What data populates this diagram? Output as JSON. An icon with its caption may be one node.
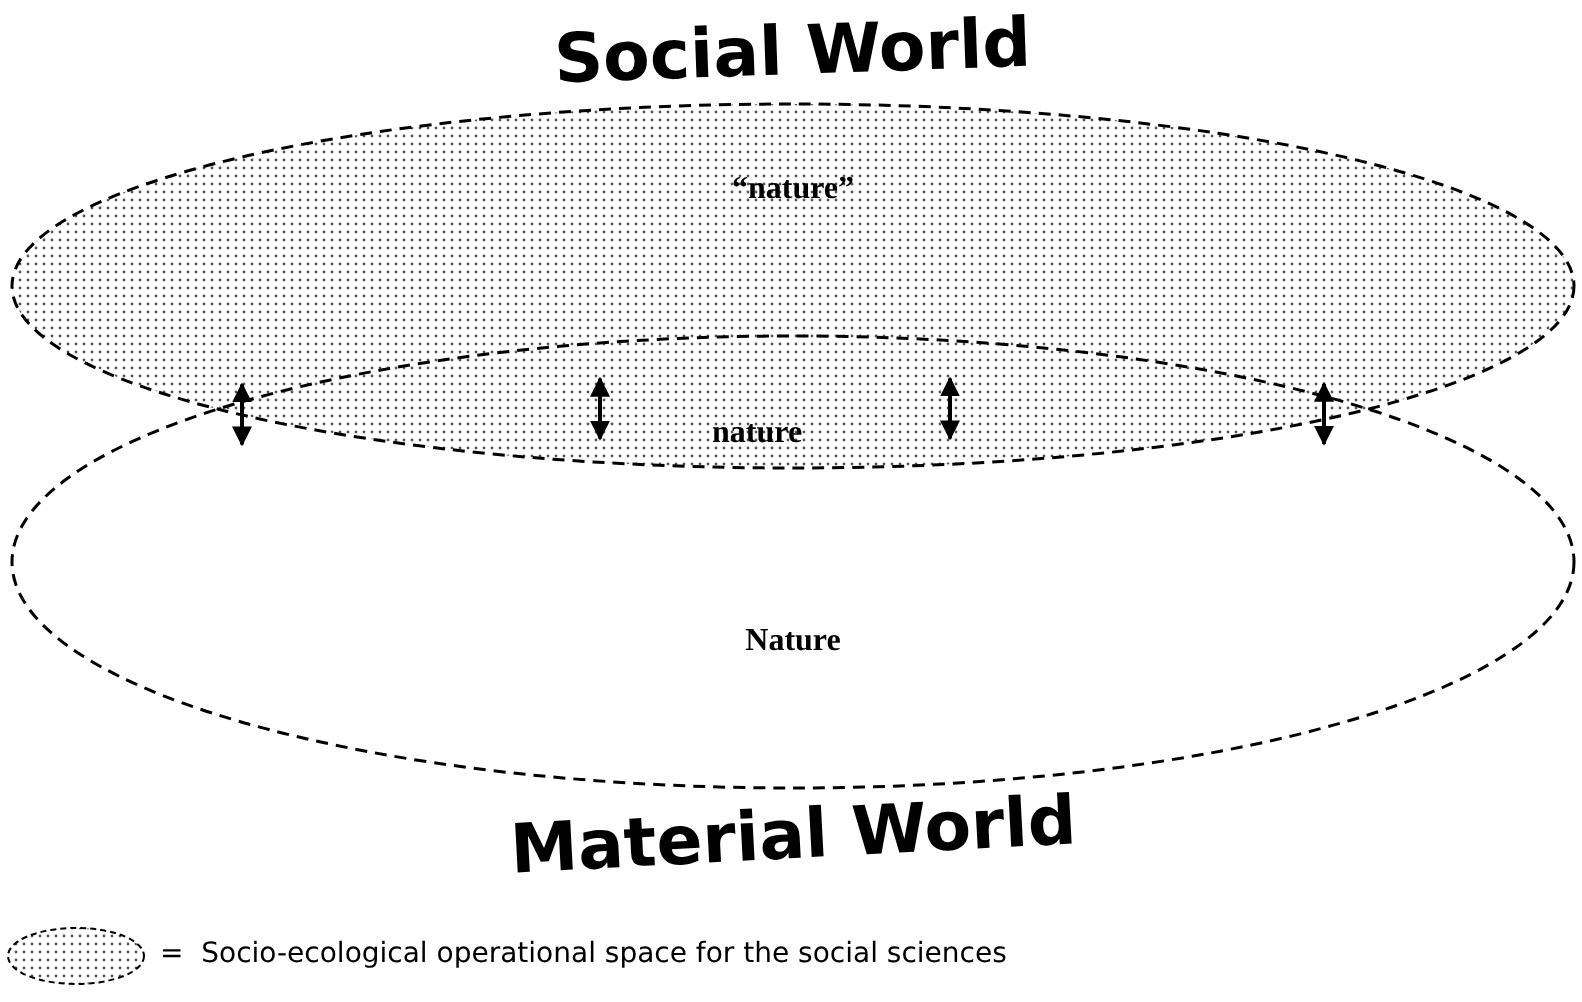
{
  "diagram": {
    "nodes": [
      {
        "text": [
          "Social World",
          "“nature”"
        ]
      },
      {
        "text": [
          "Nature",
          "Material World"
        ]
      }
    ],
    "edges": [
      {
        "from": 0,
        "to": 1,
        "arrow": "both"
      },
      {
        "from": 0,
        "to": 1,
        "arrow": "both"
      },
      {
        "from": 0,
        "to": 1,
        "arrow": "both"
      },
      {
        "from": 0,
        "to": 1,
        "arrow": "both"
      }
    ],
    "labels": [
      "nature"
    ],
    "legend": [
      {
        "text": "=  Socio-ecological operational space for the social sciences"
      }
    ]
  }
}
